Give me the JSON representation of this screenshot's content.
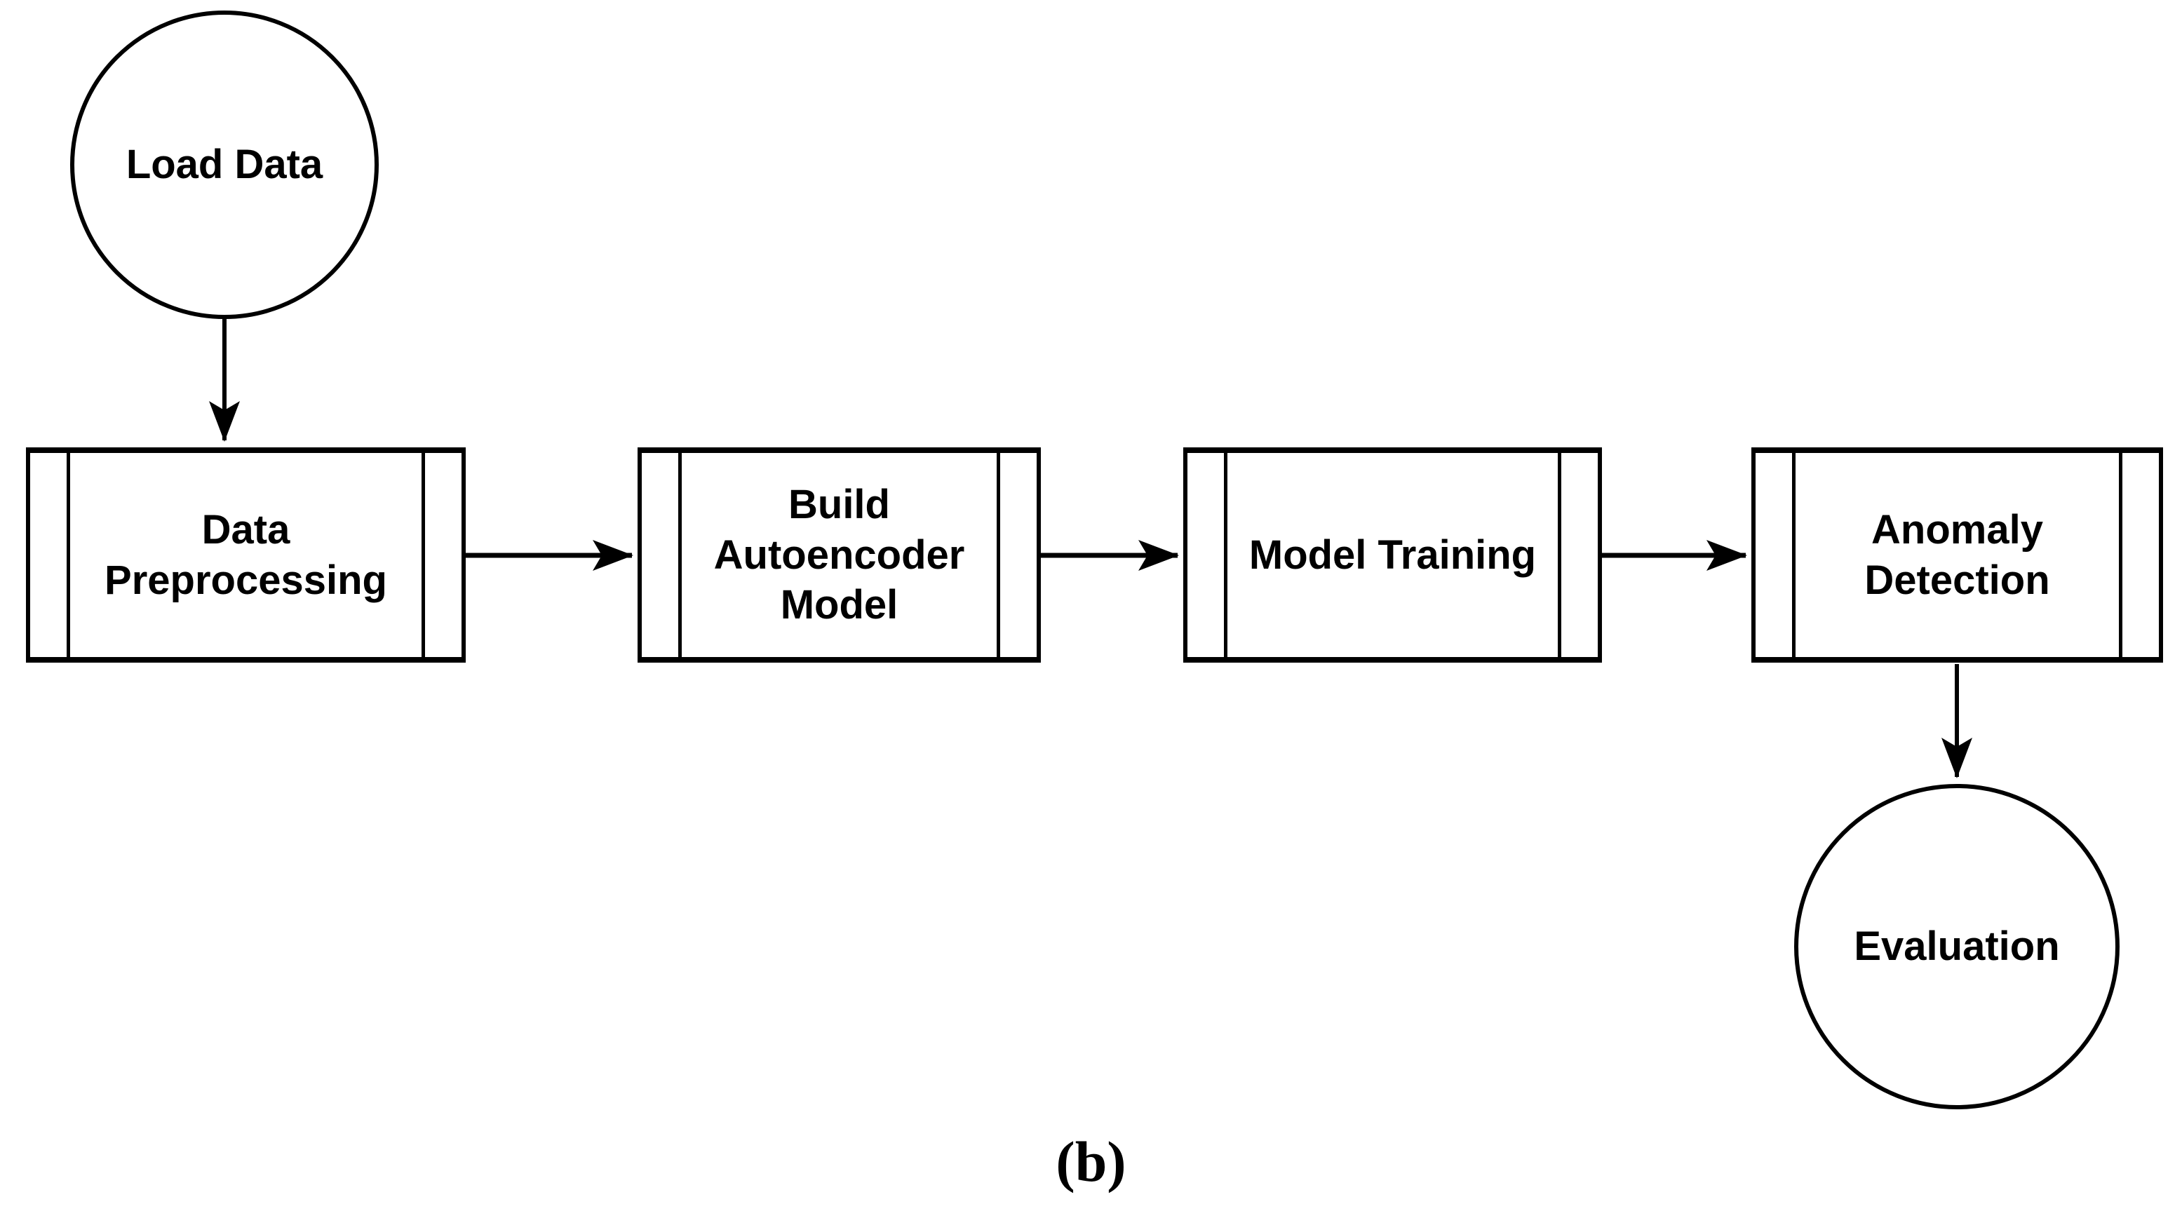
{
  "figure": {
    "caption": "(b)",
    "background_color": "#ffffff",
    "stroke_color": "#000000",
    "diagram_type": "flowchart"
  },
  "nodes": [
    {
      "id": "load-data",
      "shape": "circle",
      "label": "Load Data"
    },
    {
      "id": "data-preprocessing",
      "shape": "predefined-process",
      "label": "Data\nPreprocessing"
    },
    {
      "id": "build-autoencoder-model",
      "shape": "predefined-process",
      "label": "Build\nAutoencoder\nModel"
    },
    {
      "id": "model-training",
      "shape": "predefined-process",
      "label": "Model Training"
    },
    {
      "id": "anomaly-detection",
      "shape": "predefined-process",
      "label": "Anomaly\nDetection"
    },
    {
      "id": "evaluation",
      "shape": "circle",
      "label": "Evaluation"
    }
  ],
  "edges": [
    {
      "from": "load-data",
      "to": "data-preprocessing",
      "direction": "down"
    },
    {
      "from": "data-preprocessing",
      "to": "build-autoencoder-model",
      "direction": "right"
    },
    {
      "from": "build-autoencoder-model",
      "to": "model-training",
      "direction": "right"
    },
    {
      "from": "model-training",
      "to": "anomaly-detection",
      "direction": "right"
    },
    {
      "from": "anomaly-detection",
      "to": "evaluation",
      "direction": "down"
    }
  ]
}
